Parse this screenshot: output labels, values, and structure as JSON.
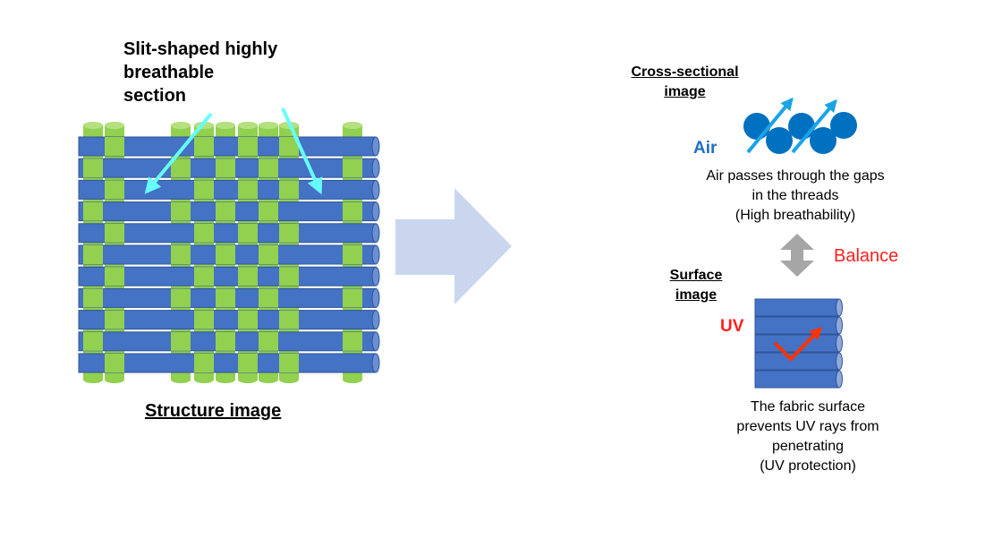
{
  "left": {
    "title_lines": [
      "Slit-shaped  highly",
      "breathable",
      "section"
    ],
    "caption": "Structure image"
  },
  "right": {
    "cross_section_title": "Cross-sectional image",
    "air_label": "Air",
    "air_description": [
      "Air passes through the gaps",
      "in the threads",
      "(High breathability)"
    ],
    "balance_label": "Balance",
    "surface_title": "Surface image",
    "uv_label": "UV",
    "uv_description": [
      "The fabric surface",
      "prevents UV rays from",
      "penetrating",
      "(UV protection)"
    ]
  },
  "colors": {
    "blue_thread": "#4472c4",
    "green_thread": "#92d050",
    "cyan_arrow": "#66ffff",
    "big_arrow": "#c9d6ee",
    "air_arrow": "#19a4e6",
    "uv_arrow": "#ff3300",
    "balance_arrow": "#a6a6a6",
    "balance_text": "#ff1f1f"
  }
}
